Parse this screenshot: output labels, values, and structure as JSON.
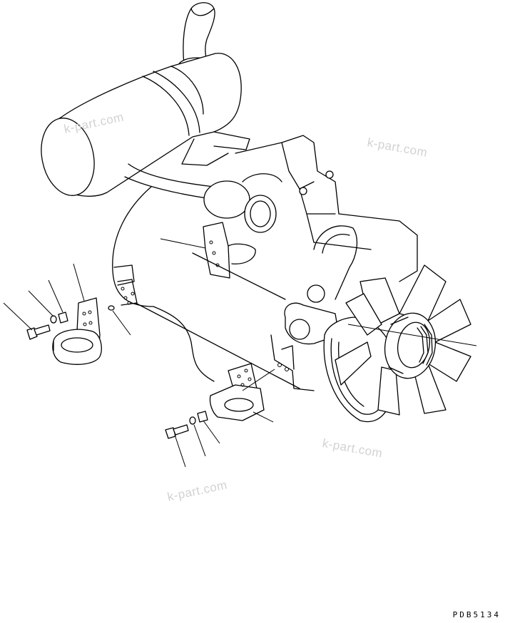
{
  "watermarks": [
    "k-part.com",
    "k-part.com",
    "k-part.com",
    "k-part.com"
  ],
  "drawing_code": "PDB5134",
  "colors": {
    "line": "#000000",
    "watermark": "#d2d2d2",
    "background": "#ffffff"
  }
}
